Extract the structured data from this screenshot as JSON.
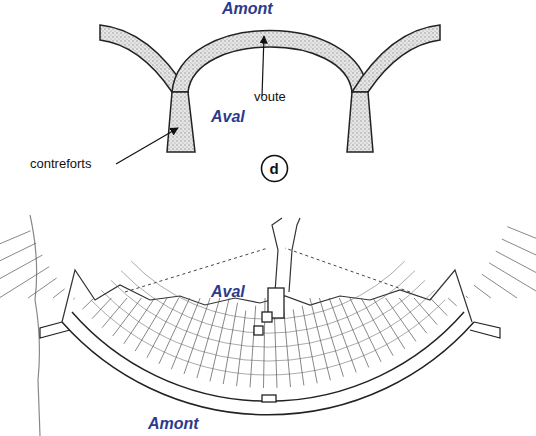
{
  "diagram": {
    "nodes": [
      {
        "text": [
          "d"
        ]
      }
    ],
    "labels": [
      "Amont",
      "voute",
      "Aval",
      "contreforts",
      "Aval",
      "Amont"
    ]
  }
}
